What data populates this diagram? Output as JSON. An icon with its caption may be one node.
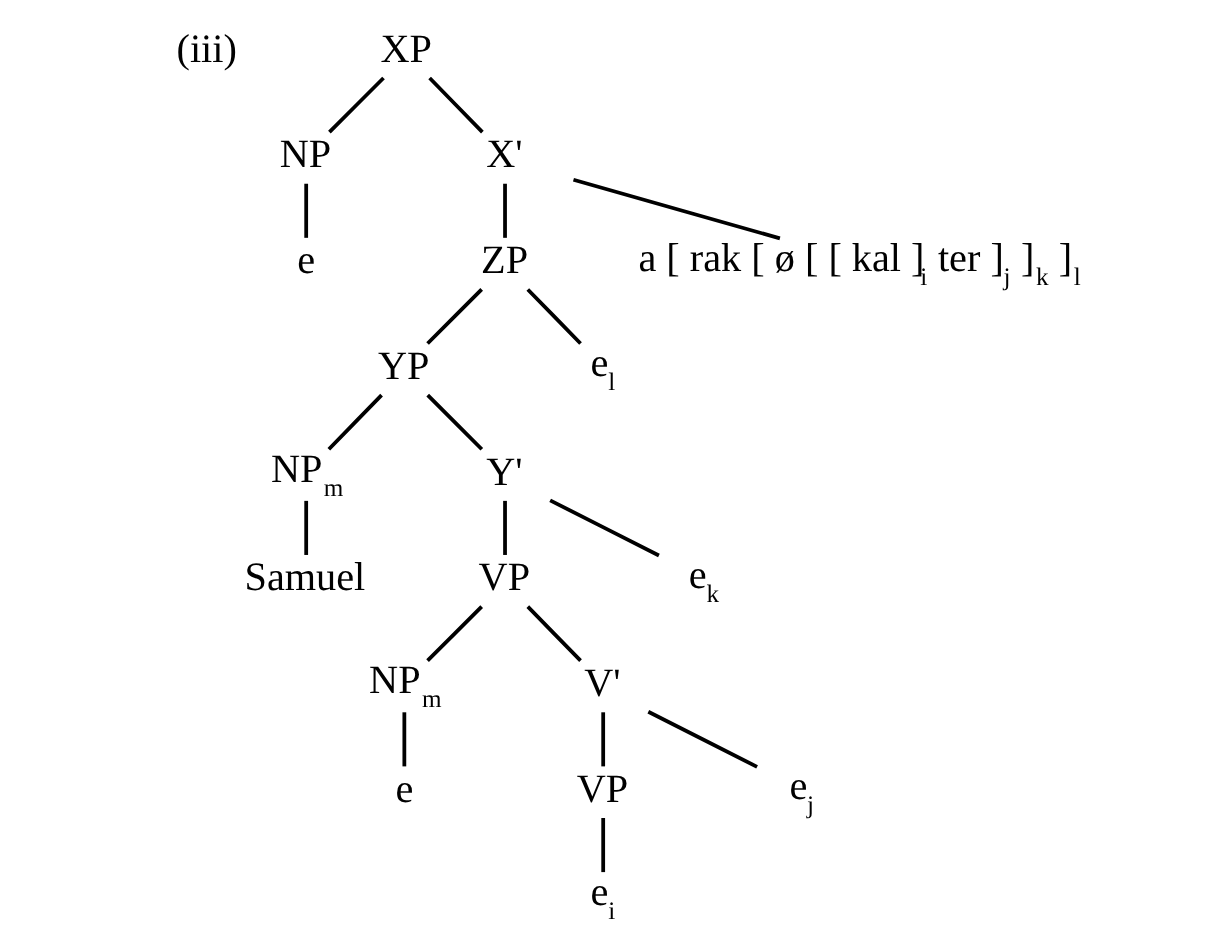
{
  "diagram": {
    "nodes": [
      {
        "text": [
          "XP"
        ]
      },
      {
        "text": [
          "NP"
        ]
      },
      {
        "text": [
          "X'"
        ]
      },
      {
        "text": [
          "e"
        ]
      },
      {
        "text": [
          "ZP"
        ]
      },
      {
        "text": [
          "a [ rak [ ø [ [ kal ]$_{i}$ ter ]$_{j}$ ]$_{k}$ ]$_{l}$"
        ]
      },
      {
        "text": [
          "YP"
        ]
      },
      {
        "text": [
          "e$_{l}$"
        ]
      },
      {
        "text": [
          "NP$_{m}$"
        ]
      },
      {
        "text": [
          "Y'"
        ]
      },
      {
        "text": [
          "Samuel"
        ]
      },
      {
        "text": [
          "VP"
        ]
      },
      {
        "text": [
          "e$_{k}$"
        ]
      },
      {
        "text": [
          "NP$_{m}$"
        ]
      },
      {
        "text": [
          "V'"
        ]
      },
      {
        "text": [
          "e"
        ]
      },
      {
        "text": [
          "VP"
        ]
      },
      {
        "text": [
          "e$_{j}$"
        ]
      },
      {
        "text": [
          "e$_{i}$"
        ]
      }
    ],
    "edges": [
      {
        "from": 0,
        "to": 1,
        "arrow": "none"
      },
      {
        "from": 0,
        "to": 2,
        "arrow": "none"
      },
      {
        "from": 1,
        "to": 3,
        "arrow": "none"
      },
      {
        "from": 2,
        "to": 4,
        "arrow": "none"
      },
      {
        "from": 2,
        "to": 5,
        "arrow": "none"
      },
      {
        "from": 4,
        "to": 6,
        "arrow": "none"
      },
      {
        "from": 4,
        "to": 7,
        "arrow": "none"
      },
      {
        "from": 6,
        "to": 8,
        "arrow": "none"
      },
      {
        "from": 6,
        "to": 9,
        "arrow": "none"
      },
      {
        "from": 8,
        "to": 10,
        "arrow": "none"
      },
      {
        "from": 9,
        "to": 11,
        "arrow": "none"
      },
      {
        "from": 9,
        "to": 12,
        "arrow": "none"
      },
      {
        "from": 11,
        "to": 13,
        "arrow": "none"
      },
      {
        "from": 11,
        "to": 14,
        "arrow": "none"
      },
      {
        "from": 13,
        "to": 15,
        "arrow": "none"
      },
      {
        "from": 14,
        "to": 16,
        "arrow": "none"
      },
      {
        "from": 14,
        "to": 17,
        "arrow": "none"
      },
      {
        "from": 16,
        "to": 18,
        "arrow": "none"
      }
    ],
    "labels": [
      "(iii)"
    ]
  }
}
